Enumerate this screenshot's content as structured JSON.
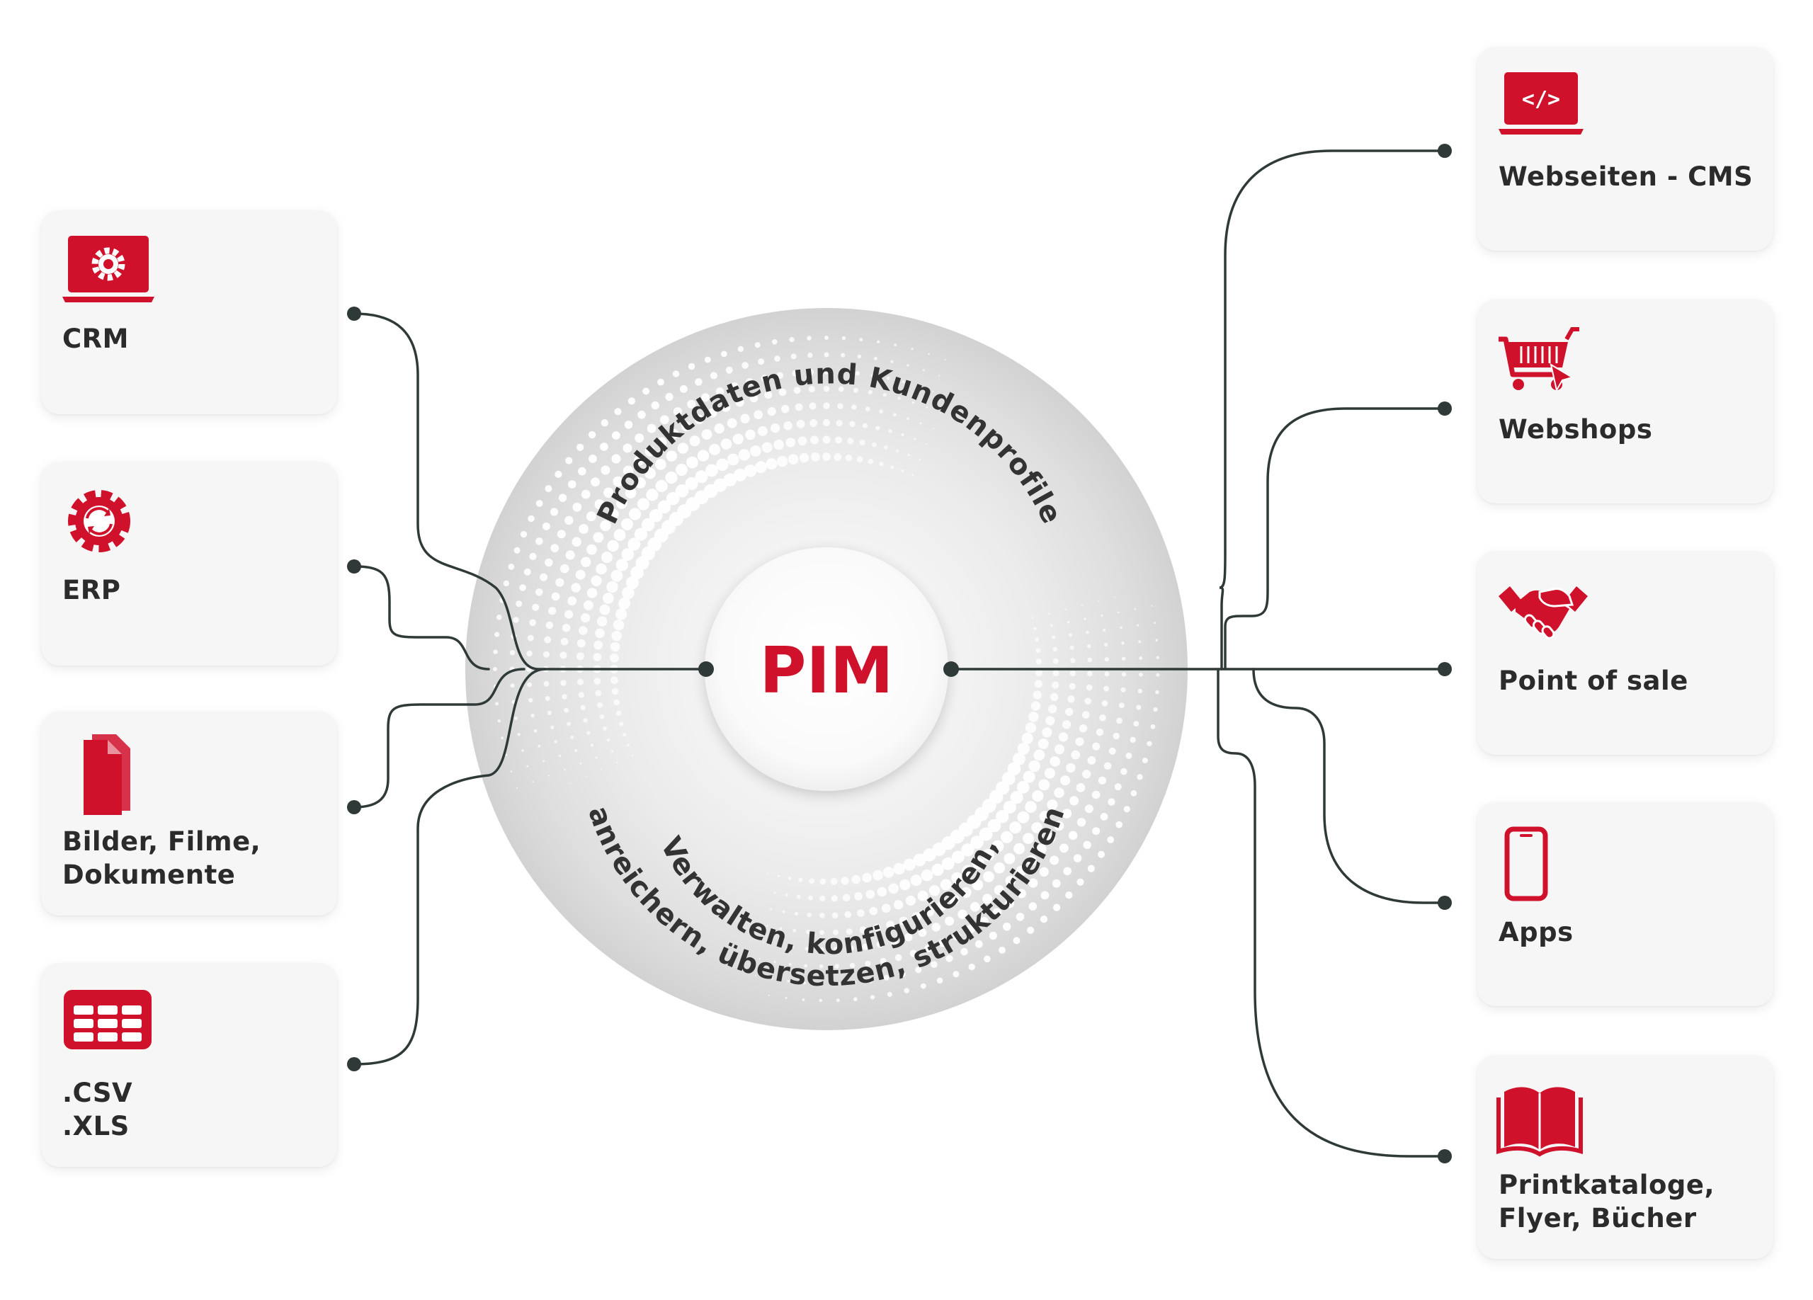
{
  "hub": {
    "title": "PIM",
    "arc_top": "Produktdaten und Kundenprofile",
    "arc_bottom_inner": "Verwalten, konfigurieren,",
    "arc_bottom_outer": "anreichern, übersetzen, strukturieren"
  },
  "sources": [
    {
      "label": "CRM",
      "icon": "laptop-gear-icon"
    },
    {
      "label": "ERP",
      "icon": "gear-sync-icon"
    },
    {
      "label": "Bilder, Filme,\nDokumente",
      "icon": "document-icon"
    },
    {
      "label": ".CSV\n.XLS",
      "icon": "table-icon"
    }
  ],
  "targets": [
    {
      "label": "Webseiten - CMS",
      "icon": "laptop-code-icon"
    },
    {
      "label": "Webshops",
      "icon": "shopping-cart-icon"
    },
    {
      "label": "Point of sale",
      "icon": "handshake-icon"
    },
    {
      "label": "Apps",
      "icon": "smartphone-icon"
    },
    {
      "label": "Printkataloge,\nFlyer, Bücher",
      "icon": "open-book-icon"
    }
  ],
  "colors": {
    "accent": "#d0112b",
    "line": "#2f3a38",
    "card_bg": "#f6f6f6",
    "text": "#2b2b2b"
  }
}
